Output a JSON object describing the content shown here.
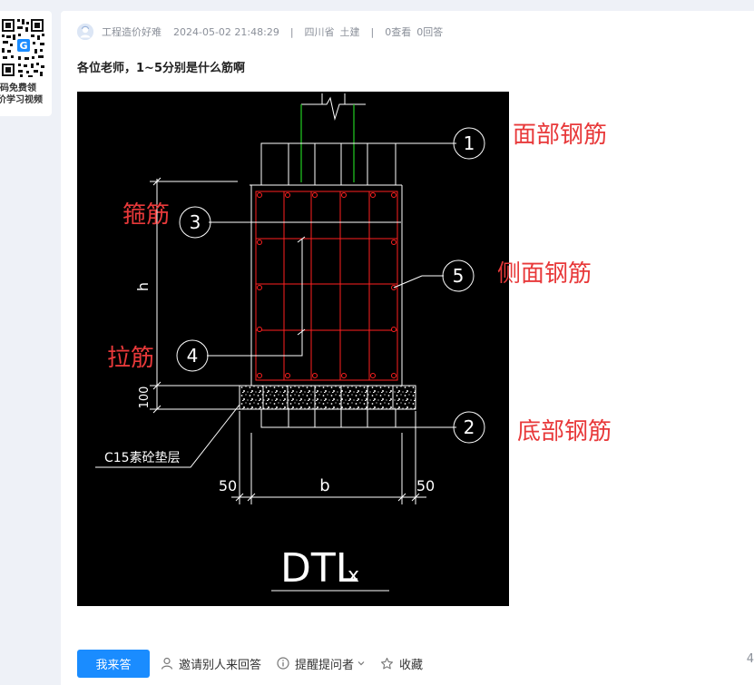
{
  "sidebar": {
    "qr_caption_line1": "码免费领",
    "qr_caption_line2": "价学习视频"
  },
  "post": {
    "author": "工程造价好难",
    "datetime": "2024-05-02 21:48:29",
    "separator": "|",
    "location": "四川省",
    "category": "土建",
    "views": "0查看",
    "answers": "0回答",
    "title": "各位老师，1~5分别是什么筋啊"
  },
  "drawing": {
    "labels": {
      "top_bars": "面部钢筋",
      "stirrup": "箍筋",
      "side_bars": "侧面钢筋",
      "tie_bar": "拉筋",
      "bottom_bars": "底部钢筋"
    },
    "markers": [
      "1",
      "2",
      "3",
      "4",
      "5"
    ],
    "dim_h": "h",
    "dim_100": "100",
    "dim_b": "b",
    "dim_left_50": "50",
    "dim_right_50": "50",
    "cushion_note": "C15素砼垫层",
    "beam_name": "DTL",
    "beam_suffix": "x"
  },
  "actions": {
    "answer_button": "我来答",
    "invite": "邀请别人来回答",
    "remind": "提醒提问者",
    "favorite": "收藏"
  },
  "edge_number": "4",
  "colors": {
    "accent_blue": "#1a8cff",
    "annotation_red": "#e8393a",
    "rebar_red": "#ff2020",
    "starter_green": "#20c020"
  }
}
